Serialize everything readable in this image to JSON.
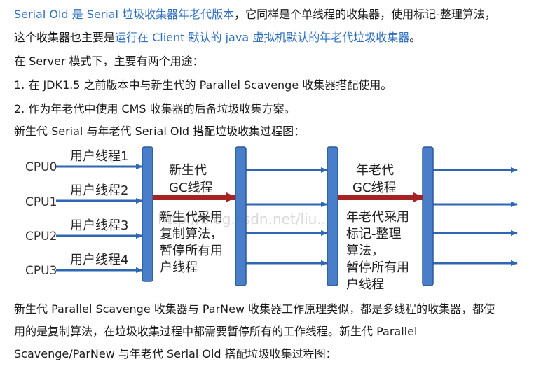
{
  "intro": {
    "line1_blue": "Serial Old 是 Serial 垃圾收集器年老代版本",
    "line1_rest": "，它同样是个单线程的收集器，使用标记-整理算法，",
    "line2_pre": "这个收集器也主要是",
    "line2_blue": "运行在 Client 默认的 java 虚拟机默认的年老代垃圾收集器",
    "line2_post": "。",
    "line3": "在 Server 模式下，主要有两个用途：",
    "item1": "1.   在 JDK1.5 之前版本中与新生代的 Parallel Scavenge 收集器搭配使用。",
    "item2": "2.   作为年老代中使用 CMS 收集器的后备垃圾收集方案。",
    "line6": "新生代 Serial 与年老代 Serial Old 搭配垃圾收集过程图："
  },
  "diagram": {
    "cpus": [
      "CPU0",
      "CPU1",
      "CPU2",
      "CPU3"
    ],
    "threads": [
      "用户线程1",
      "用户线程2",
      "用户线程3",
      "用户线程4"
    ],
    "young_gc_title_1": "新生代",
    "young_gc_title_2": "GC线程",
    "young_note": [
      "新生代采用",
      "复制算法，",
      "暂停所有用",
      "户线程"
    ],
    "old_gc_title_1": "年老代",
    "old_gc_title_2": "GC线程",
    "old_note": [
      "年老代采用",
      "标记-整理",
      "算法，",
      "暂停所有用",
      "户线程"
    ],
    "watermark": "http://blog.csdn.net/liu...",
    "colors": {
      "arrow": "#2f66b3",
      "bar_fill": "#4a7ec9",
      "gc_arrow": "#a52323"
    }
  },
  "outro": {
    "line1": "新生代 Parallel Scavenge 收集器与 ParNew 收集器工作原理类似，都是多线程的收集器，都使",
    "line2": "用的是复制算法，在垃圾收集过程中都需要暂停所有的工作线程。新生代 Parallel",
    "line3": "Scavenge/ParNew 与年老代 Serial Old 搭配垃圾收集过程图："
  }
}
